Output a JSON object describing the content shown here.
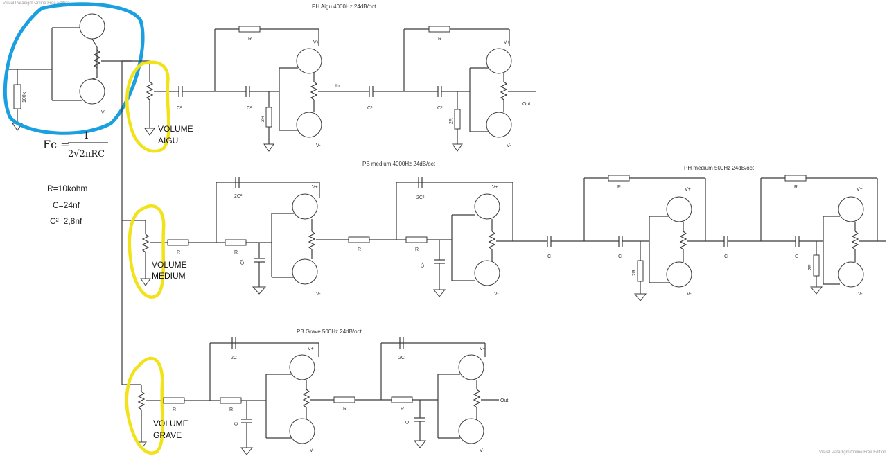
{
  "watermark": {
    "top_left": "Visual Paradigm Online Free Edition",
    "bottom_right": "Visual Paradigm Online Free Edition"
  },
  "notes": {
    "formula_lhs": "Fc =",
    "formula_num": "1",
    "formula_den": "2√2πRC",
    "r_value": "R=10kohm",
    "c_value": "C=24nf",
    "c2_value": "C²=2,8nf"
  },
  "volumes": {
    "aigu": [
      "VOLUME",
      "AIGU"
    ],
    "medium": [
      "VOLUME",
      "MEDIUM"
    ],
    "grave": [
      "VOLUME",
      "GRAVE"
    ]
  },
  "titles": {
    "ph_aigu": "PH Aigu 4000Hz 24dB/oct",
    "pb_medium": "PB medium 4000Hz 24dB/oct",
    "ph_medium": "PH medium 500Hz 24dB/oct",
    "pb_grave": "PB Grave 500Hz 24dB/oct"
  },
  "component_labels": {
    "r": "R",
    "two_r": "2R",
    "c": "C",
    "c2": "C²",
    "two_c": "2C",
    "two_c2": "2C²",
    "hundred_k": "100k",
    "v_plus": "V+",
    "v_minus": "V-",
    "in": "In",
    "out": "Out"
  },
  "colors": {
    "annotation_blue": "#1aa0e0",
    "annotation_yellow": "#f2e21a",
    "wire": "#3a3a3a"
  }
}
